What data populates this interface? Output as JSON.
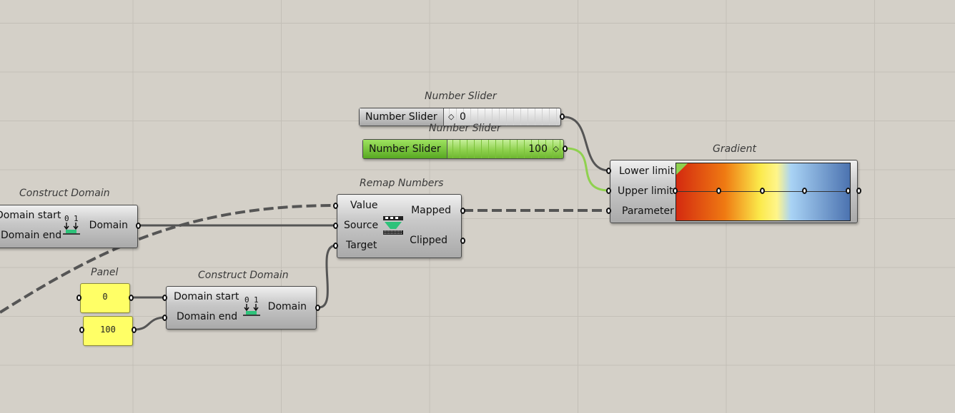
{
  "sliders": [
    {
      "title": "Number Slider",
      "label": "Number Slider",
      "value": "0"
    },
    {
      "title": "Number Slider",
      "label": "Number Slider",
      "value": "100"
    }
  ],
  "gradient": {
    "title": "Gradient",
    "inputs": [
      "Lower limit",
      "Upper limit",
      "Parameter"
    ]
  },
  "remap": {
    "title": "Remap Numbers",
    "inputs": [
      "Value",
      "Source",
      "Target"
    ],
    "outputs": [
      "Mapped",
      "Clipped"
    ]
  },
  "construct_domain_1": {
    "title": "Construct Domain",
    "inputs": [
      "Domain start",
      "Domain end"
    ],
    "output": "Domain"
  },
  "construct_domain_2": {
    "title": "Construct Domain",
    "inputs": [
      "Domain start",
      "Domain end"
    ],
    "output": "Domain"
  },
  "panel": {
    "title": "Panel",
    "values": [
      "0",
      "100"
    ]
  },
  "colors": {
    "canvas": "#d4d0c8",
    "grid": "#c3bfb7",
    "slider_active": "#8fd14f",
    "panel": "#ffff66",
    "wire": "#5a5a5a"
  }
}
